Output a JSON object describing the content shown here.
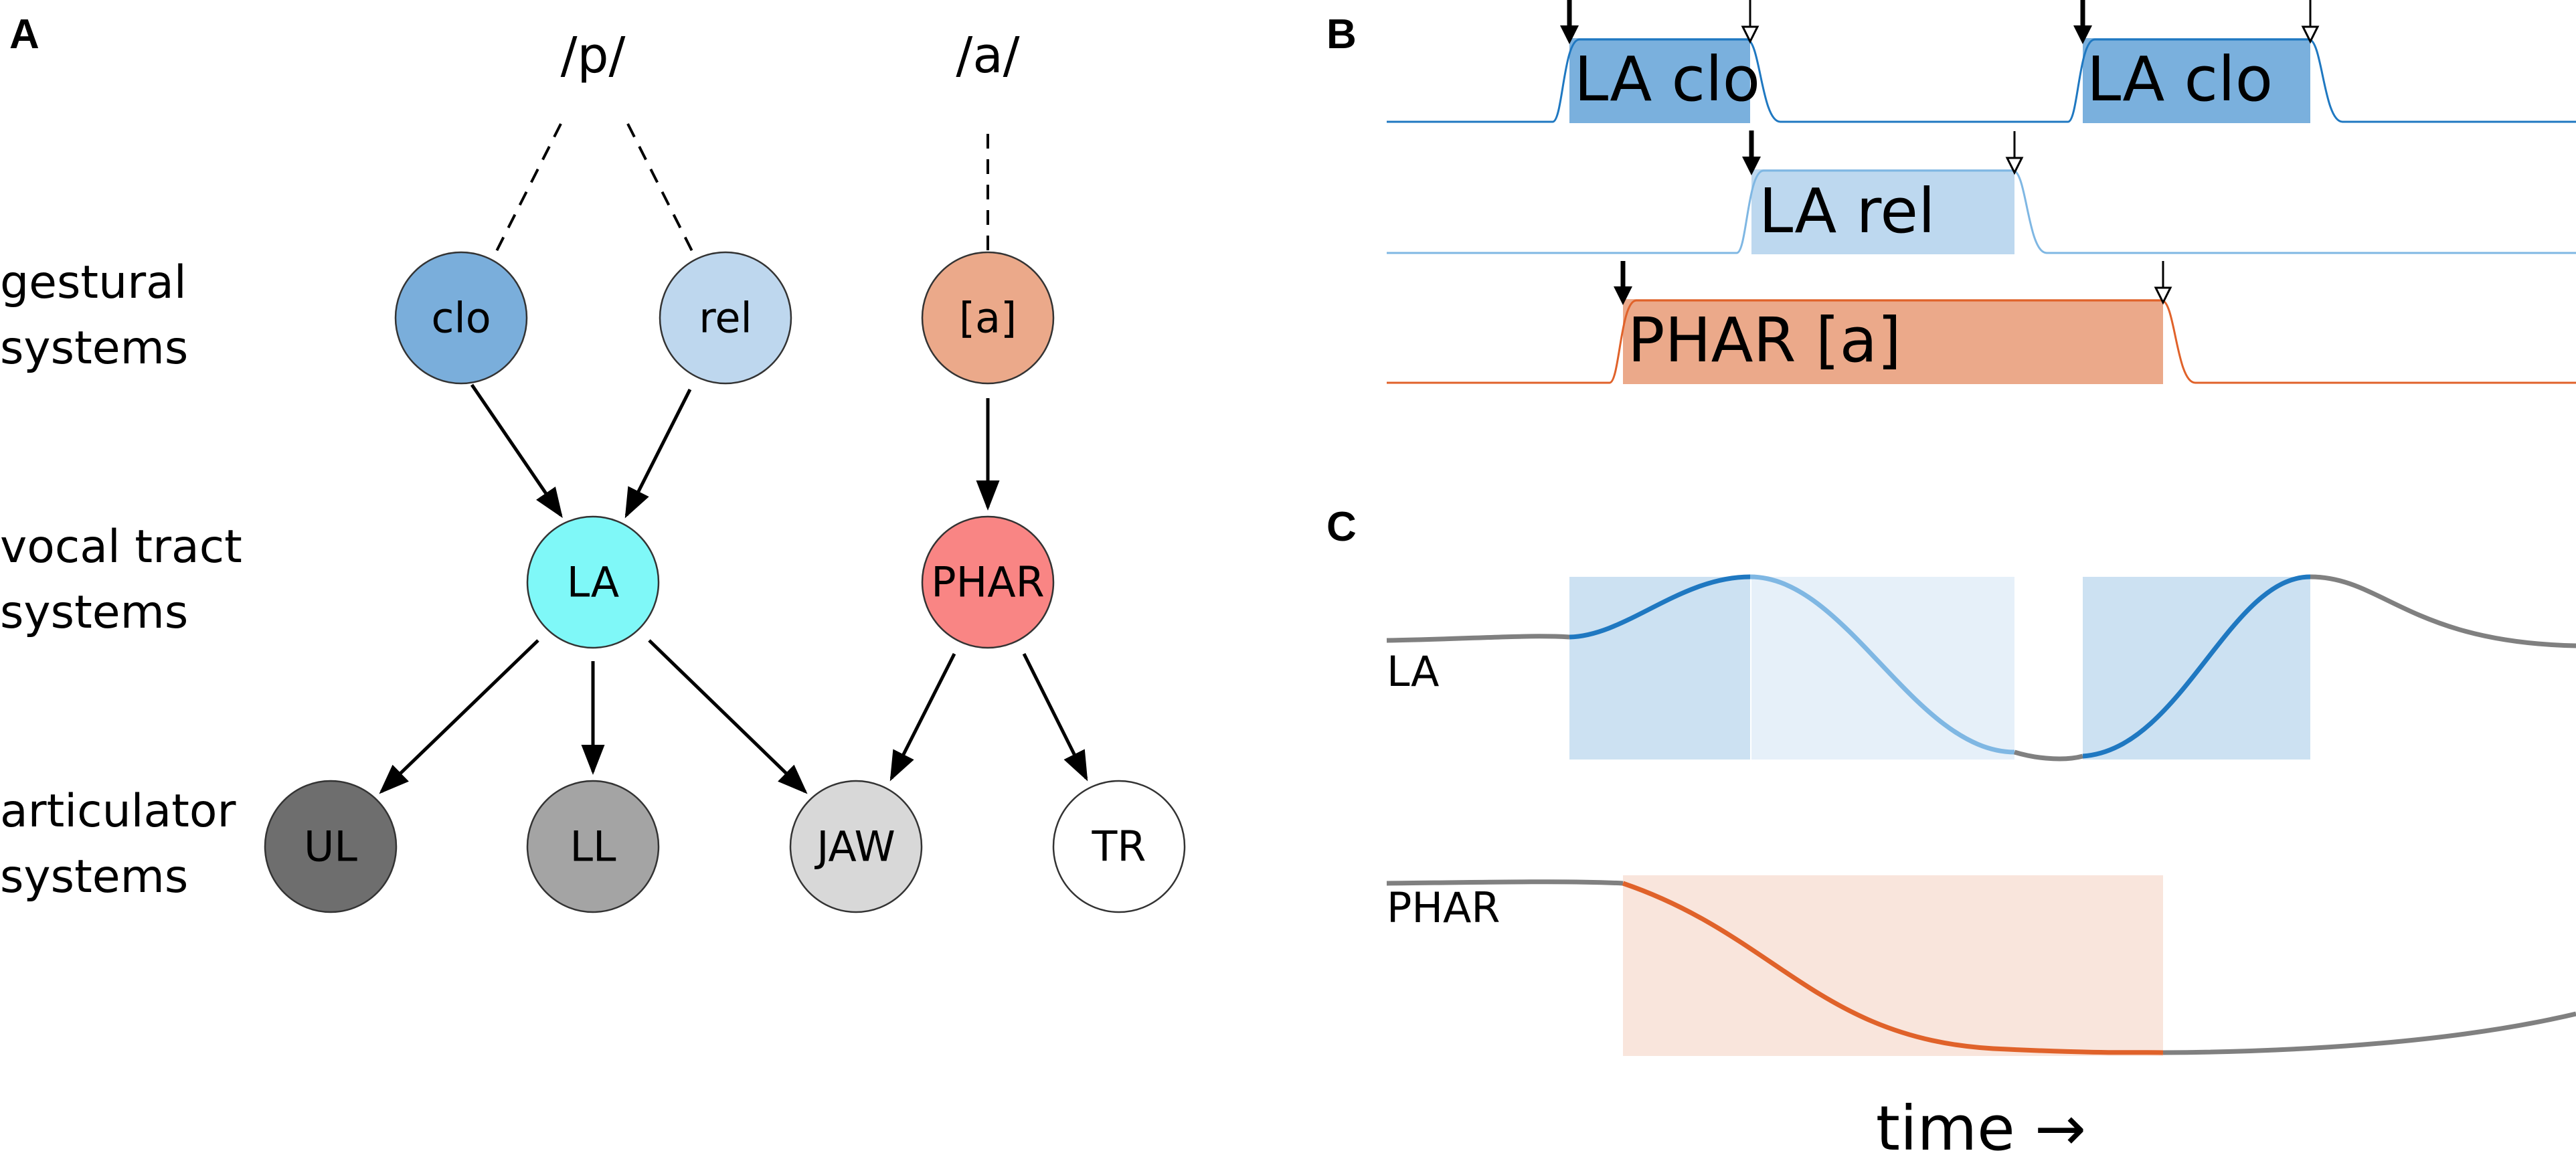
{
  "panels": {
    "a": "A",
    "b": "B",
    "c": "C"
  },
  "row_labels": {
    "gestural_line1": "gestural",
    "gestural_line2": "systems",
    "vocal_line1": "vocal tract",
    "vocal_line2": "systems",
    "artic_line1": "articulator",
    "artic_line2": "systems"
  },
  "phonemes": {
    "p": "/p/",
    "a": "/a/"
  },
  "nodes": {
    "clo": "clo",
    "rel": "rel",
    "a": "[a]",
    "la": "LA",
    "phar": "PHAR",
    "ul": "UL",
    "ll": "LL",
    "jaw": "JAW",
    "tr": "TR"
  },
  "colors": {
    "clo": "#7aaedb",
    "rel": "#bed7ee",
    "a": "#eba98a",
    "la": "#7ff8f8",
    "phar": "#f98584",
    "ul": "#6e6e6e",
    "ll": "#a4a4a4",
    "jaw": "#d8d8d8",
    "tr": "#ffffff",
    "la_clo_fill": "#7ab0dd",
    "la_rel_fill": "#bdd8ef",
    "phar_fill": "#eba98a",
    "la_line": "#1f78c1",
    "la_rel_line": "#7fb7e3",
    "phar_line": "#e0622a",
    "neutral_line": "#808080"
  },
  "gestures": {
    "la_clo_1": "LA clo",
    "la_rel": "LA rel",
    "la_clo_2": "LA clo",
    "phar_a": "PHAR [a]"
  },
  "trajectories": {
    "la": "LA",
    "phar": "PHAR"
  },
  "time_label": "time →"
}
